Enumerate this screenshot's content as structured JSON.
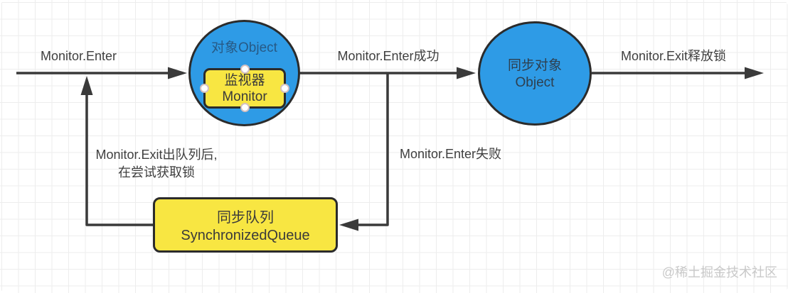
{
  "diagram": {
    "edge_labels": {
      "enter": "Monitor.Enter",
      "enter_success": "Monitor.Enter成功",
      "exit_release": "Monitor.Exit释放锁",
      "enter_fail": "Monitor.Enter失败",
      "exit_dequeue_line1": "Monitor.Exit出队列后,",
      "exit_dequeue_line2": "在尝试获取锁"
    },
    "nodes": {
      "object_circle": {
        "title": "对象Object",
        "monitor_line1": "监视器",
        "monitor_line2": "Monitor"
      },
      "sync_object_circle": {
        "line1": "同步对象",
        "line2": "Object"
      },
      "sync_queue_box": {
        "line1": "同步队列",
        "line2": "SynchronizedQueue"
      }
    },
    "watermark": "@稀土掘金技术社区",
    "colors": {
      "node_blue": "#2E9BE6",
      "node_yellow": "#F8E642",
      "wire": "#3a3a3a",
      "circle_title_text": "#275a86",
      "grid_line": "#ededed"
    }
  }
}
